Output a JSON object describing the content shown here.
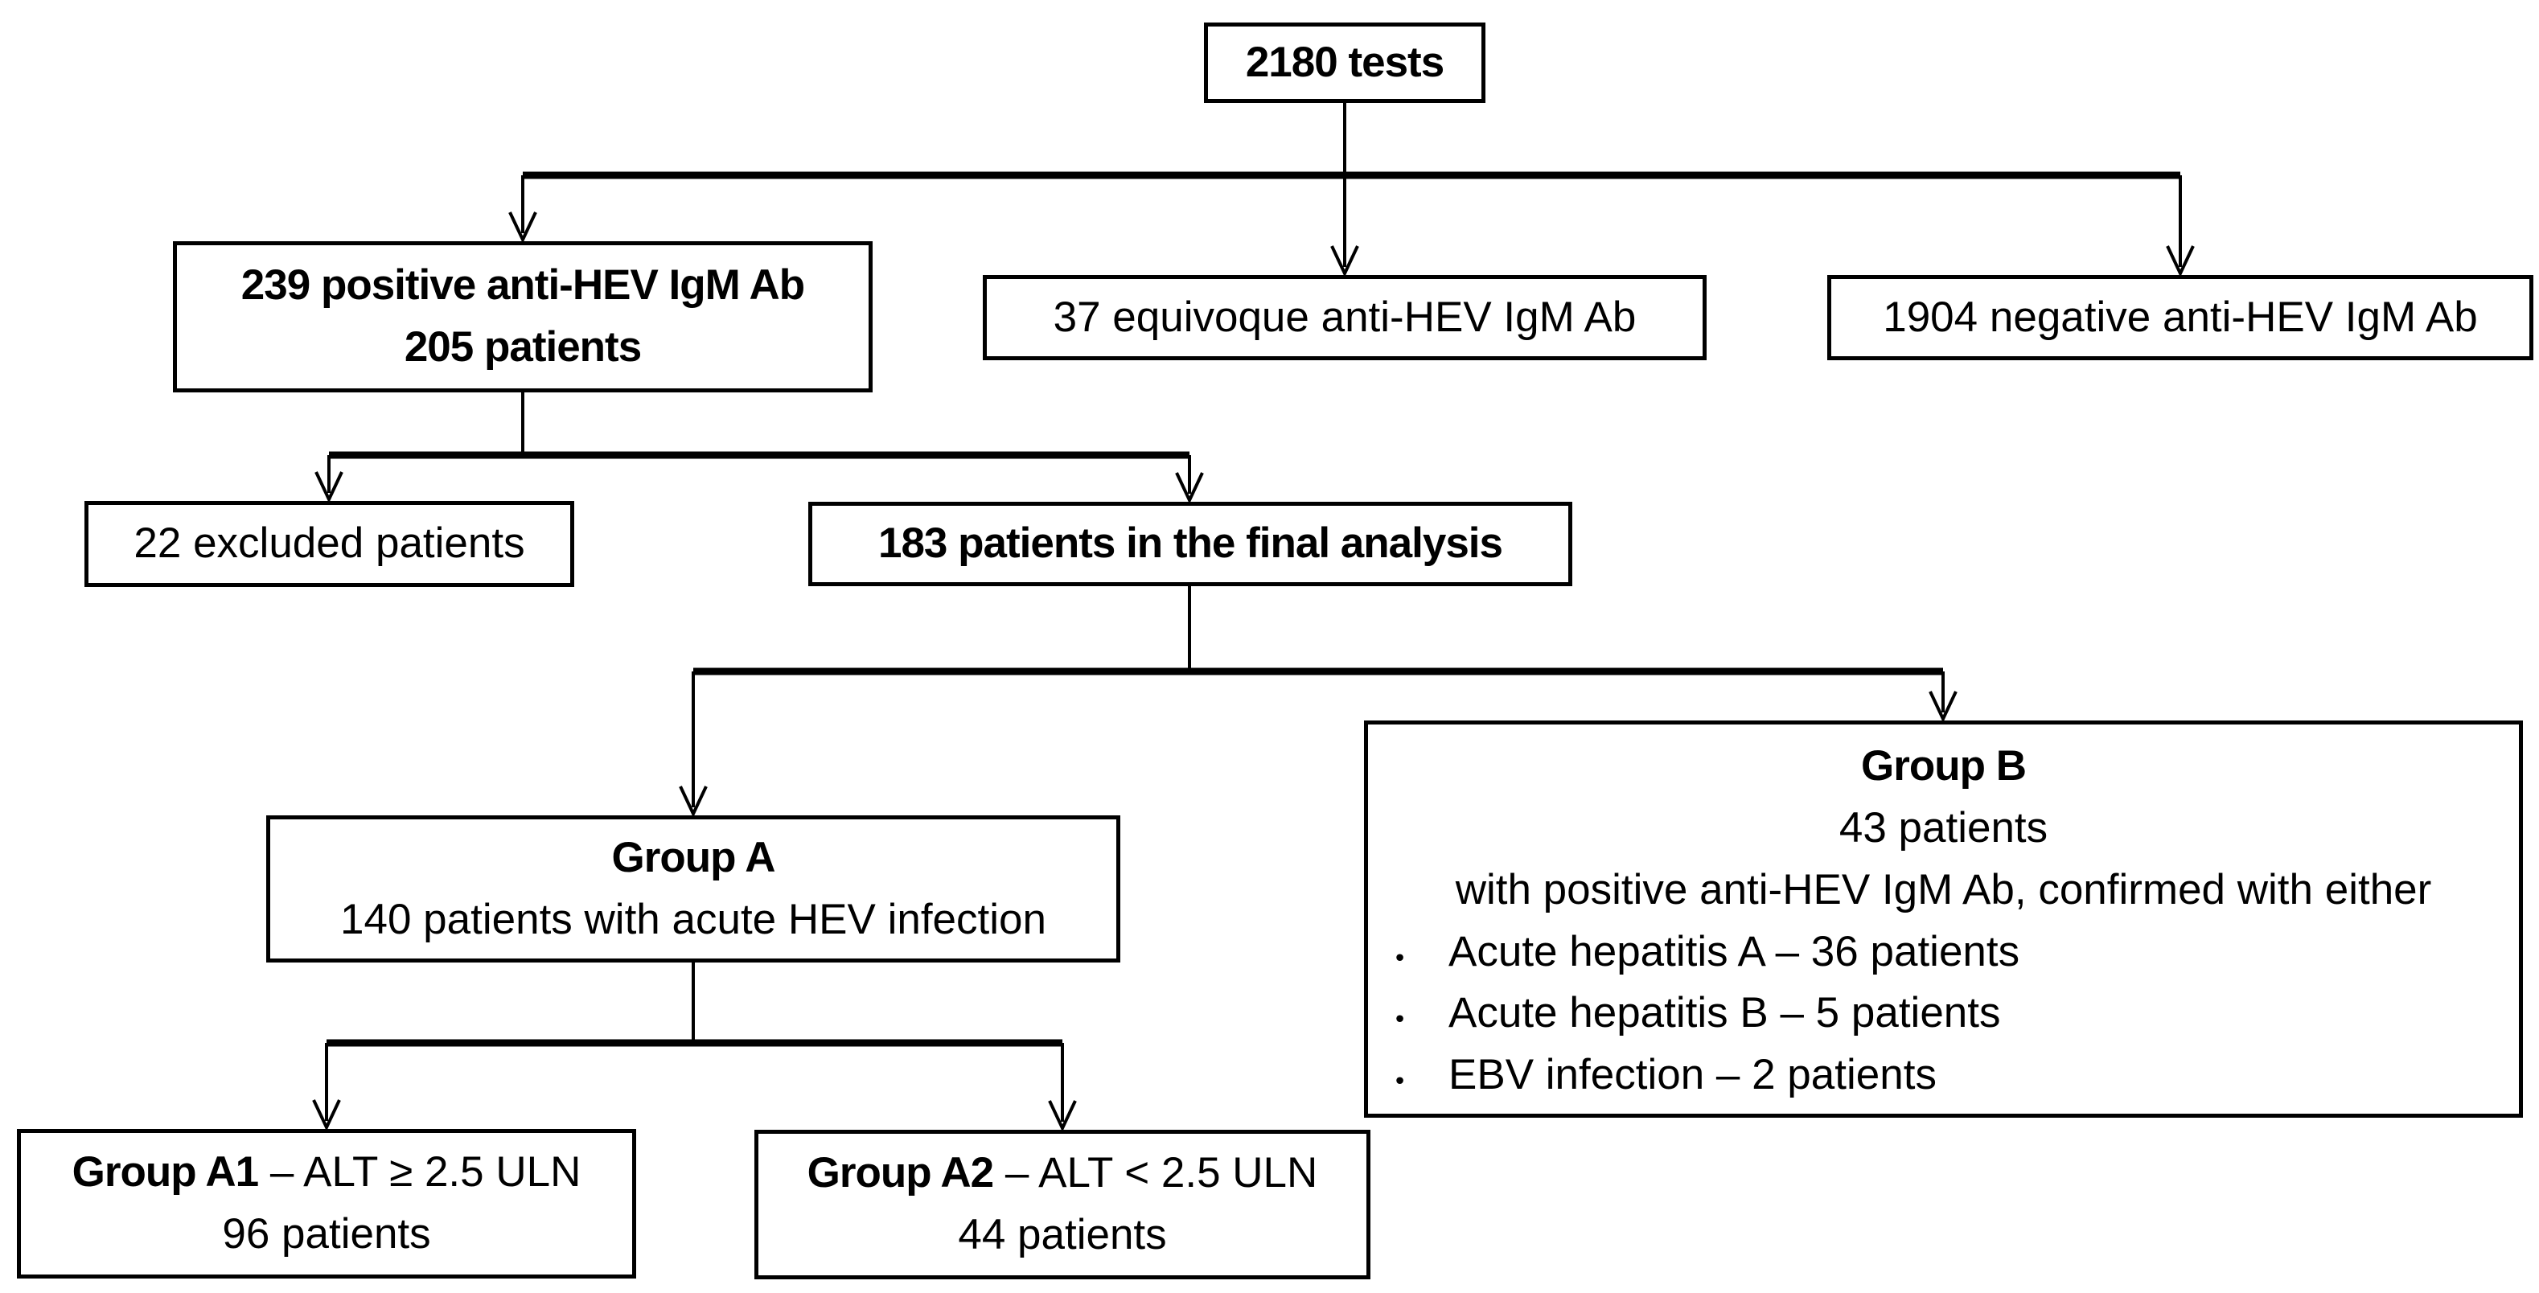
{
  "diagram": {
    "background": "#ffffff",
    "line_color": "#000000",
    "bullet_glyph": "•",
    "nodes": {
      "tests": {
        "line1": "2180 tests"
      },
      "positive": {
        "line1": "239 positive anti-HEV IgM Ab",
        "line2": "205 patients"
      },
      "equivoque": {
        "line1": "37 equivoque anti-HEV IgM Ab"
      },
      "negative": {
        "line1": "1904 negative anti-HEV IgM Ab"
      },
      "excluded": {
        "line1": "22 excluded patients"
      },
      "final": {
        "line1": "183 patients in the final analysis"
      },
      "group_a": {
        "title": "Group A",
        "line2": "140 patients with acute HEV infection"
      },
      "group_b": {
        "title": "Group B",
        "line2": "43 patients",
        "line3": "with positive anti-HEV IgM Ab, confirmed with either",
        "bullets": [
          "Acute hepatitis A – 36 patients",
          "Acute hepatitis B – 5 patients",
          "EBV infection – 2 patients"
        ]
      },
      "group_a1": {
        "title": "Group A1",
        "title_suffix": " – ALT ≥ 2.5 ULN",
        "line2": "96 patients"
      },
      "group_a2": {
        "title": "Group A2",
        "title_suffix": " – ALT < 2.5 ULN",
        "line2": "44 patients"
      }
    }
  }
}
